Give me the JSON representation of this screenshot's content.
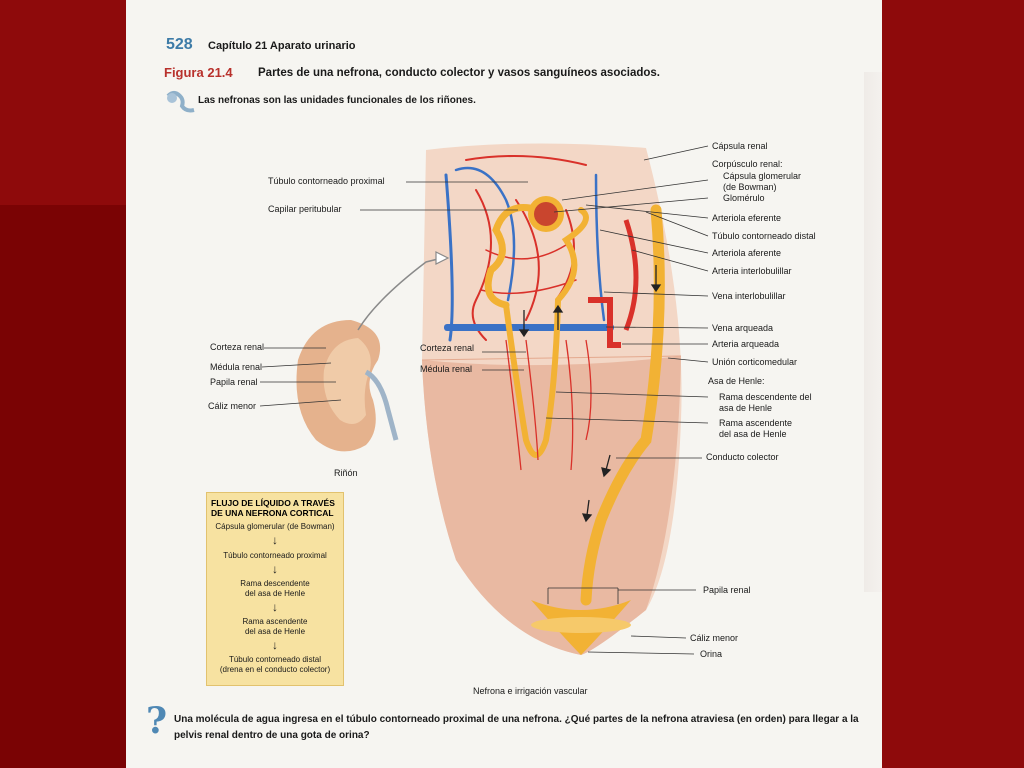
{
  "header": {
    "page_number": "528",
    "chapter": "Capítulo 21   Aparato urinario"
  },
  "figure": {
    "label": "Figura 21.4",
    "title": "Partes de una nefrona, conducto colector y vasos sanguíneos asociados.",
    "subtitle": "Las nefronas son las unidades funcionales de los riñones.",
    "caption": "Nefrona e irrigación vascular"
  },
  "kidney": {
    "label": "Riñón",
    "cortex": "Corteza renal",
    "medulla": "Médula renal",
    "papilla": "Papila renal",
    "calyx": "Cáliz menor"
  },
  "left_labels": {
    "pct": "Túbulo contorneado proximal",
    "peritubular": "Capilar peritubular",
    "cortex": "Corteza renal",
    "medulla": "Médula renal"
  },
  "right_labels": {
    "capsule": "Cápsula renal",
    "corpuscle": "Corpúsculo renal:",
    "glomerular_capsule_1": "Cápsula glomerular",
    "glomerular_capsule_2": "(de Bowman)",
    "glomerulus": "Glomérulo",
    "efferent": "Arteriola eferente",
    "dct": "Túbulo contorneado distal",
    "afferent": "Arteriola aferente",
    "interlobular_artery": "Arteria interlobulillar",
    "interlobular_vein": "Vena interlobulillar",
    "arcuate_vein": "Vena arqueada",
    "arcuate_artery": "Arteria arqueada",
    "corticomedullary": "Unión corticomedular",
    "henle": "Asa de Henle:",
    "descending_1": "Rama descendente del",
    "descending_2": "asa de Henle",
    "ascending_1": "Rama ascendente",
    "ascending_2": "del asa de Henle",
    "collecting": "Conducto colector",
    "papilla": "Papila renal",
    "calyx": "Cáliz menor",
    "urine": "Orina"
  },
  "flow_box": {
    "heading_1": "FLUJO DE LÍQUIDO A TRAVÉS",
    "heading_2": "DE UNA NEFRONA CORTICAL",
    "steps": [
      [
        "Cápsula glomerular (de Bowman)"
      ],
      [
        "Túbulo contorneado proximal"
      ],
      [
        "Rama descendente",
        "del asa de Henle"
      ],
      [
        "Rama ascendente",
        "del asa de Henle"
      ],
      [
        "Túbulo contorneado distal",
        "(drena en el conducto colector)"
      ]
    ]
  },
  "question": {
    "text": "Una molécula de agua ingresa en el túbulo contorneado proximal de una nefrona. ¿Qué partes de la nefrona atraviesa (en orden) para llegar a la pelvis renal dentro de una gota de orina?"
  },
  "colors": {
    "background": "#8e0a0b",
    "page": "#f6f5f1",
    "artery": "#d9312a",
    "vein": "#3a72c6",
    "tubule": "#f2b234",
    "tissue": "#f3c8b0",
    "flow_box": "#f7e2a1",
    "figure_label": "#b8312c",
    "page_number": "#3d7ba7"
  }
}
